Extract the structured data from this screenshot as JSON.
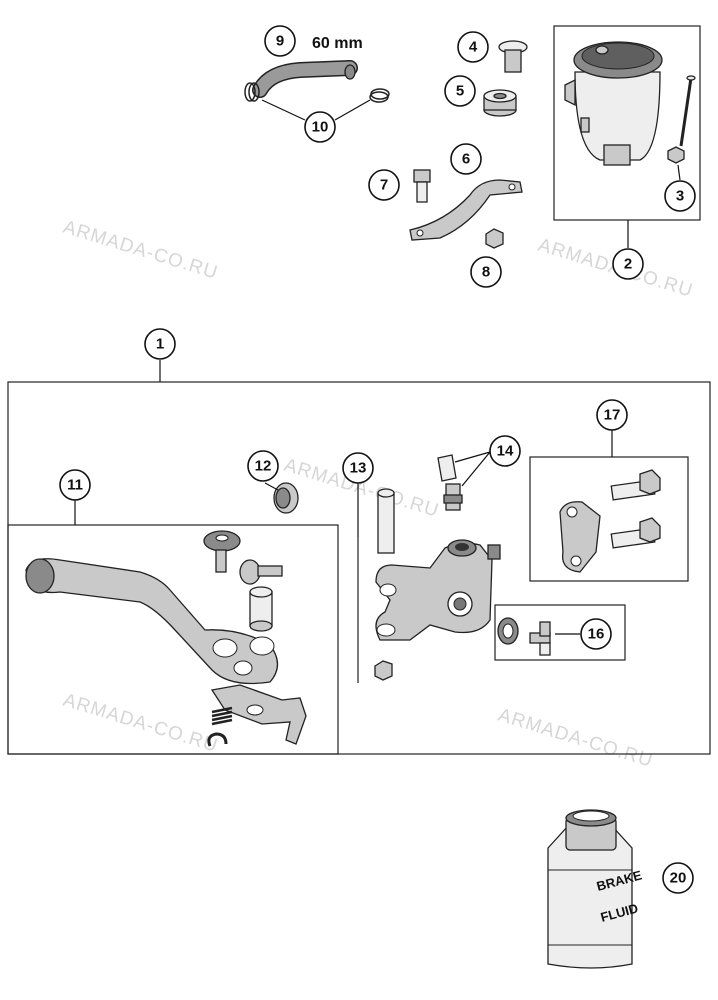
{
  "watermark": "ARMADA-CO.RU",
  "hose_length_label": "60 mm",
  "can_label_line1": "BRAKE",
  "can_label_line2": "FLUID",
  "callouts": {
    "c1": "1",
    "c2": "2",
    "c3": "3",
    "c4": "4",
    "c5": "5",
    "c6": "6",
    "c7": "7",
    "c8": "8",
    "c9": "9",
    "c10": "10",
    "c11": "11",
    "c12": "12",
    "c13": "13",
    "c14": "14",
    "c16": "16",
    "c17": "17",
    "c20": "20"
  }
}
